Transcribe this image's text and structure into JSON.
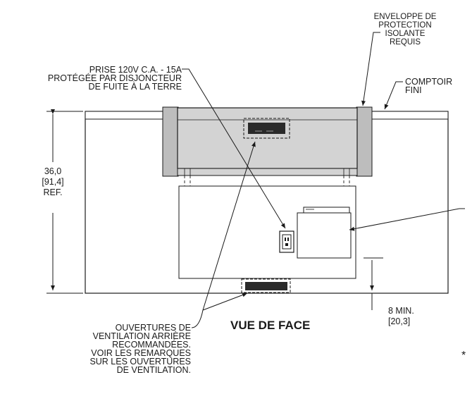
{
  "labels": {
    "envelope": [
      "ENVELOPPE DE",
      "PROTECTION",
      "ISOLANTE",
      "REQUIS"
    ],
    "outlet": [
      "PRISE 120V C.A. - 15A",
      "PROTÉGÉE PAR DISJONCTEUR",
      "DE FUITE À LA TERRE"
    ],
    "counter": [
      "COMPTOIR",
      "FINI"
    ],
    "height": [
      "36,0",
      "[91,4]",
      "REF."
    ],
    "ventilation": [
      "OUVERTURES DE",
      "VENTILATION ARRIÈRE",
      "RECOMMANDÉES.",
      "VOIR LES REMARQUES",
      "SUR LES OUVERTURES",
      "DE VENTILATION."
    ],
    "min_clearance": [
      "8 MIN.",
      "[20,3]"
    ],
    "view_title": "VUE DE FACE",
    "asterisk": "*"
  },
  "colors": {
    "line": "#1a1a1a",
    "appliance_fill": "#d3d3d3",
    "vent_fill": "#2a2a2a"
  }
}
